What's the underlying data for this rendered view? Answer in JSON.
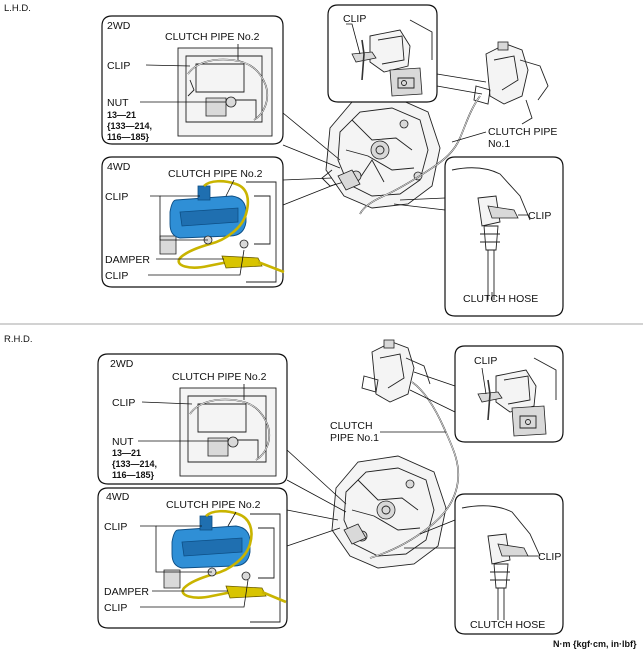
{
  "sections": {
    "lhd": {
      "title": "L.H.D.",
      "box_2wd": {
        "title": "2WD",
        "clutch_pipe_no2": "CLUTCH PIPE No.2",
        "clip": "CLIP",
        "nut": "NUT",
        "torque_line1": "13—21",
        "torque_line2": "{133—214,",
        "torque_line3": "116—185}"
      },
      "box_4wd": {
        "title": "4WD",
        "clutch_pipe_no2": "CLUTCH PIPE No.2",
        "clip_upper": "CLIP",
        "damper": "DAMPER",
        "clip_lower": "CLIP"
      },
      "detail_top": {
        "clip": "CLIP"
      },
      "detail_bottom": {
        "clip": "CLIP",
        "clutch_hose": "CLUTCH HOSE"
      },
      "clutch_pipe_no1_line1": "CLUTCH PIPE",
      "clutch_pipe_no1_line2": "No.1"
    },
    "rhd": {
      "title": "R.H.D.",
      "box_2wd": {
        "title": "2WD",
        "clutch_pipe_no2": "CLUTCH PIPE No.2",
        "clip": "CLIP",
        "nut": "NUT",
        "torque_line1": "13—21",
        "torque_line2": "{133—214,",
        "torque_line3": "116—185}"
      },
      "box_4wd": {
        "title": "4WD",
        "clutch_pipe_no2": "CLUTCH PIPE No.2",
        "clip_upper": "CLIP",
        "damper": "DAMPER",
        "clip_lower": "CLIP"
      },
      "detail_top": {
        "clip": "CLIP"
      },
      "detail_bottom": {
        "clip": "CLIP",
        "clutch_hose": "CLUTCH HOSE"
      },
      "clutch_pipe_no1_line1": "CLUTCH",
      "clutch_pipe_no1_line2": "PIPE No.1"
    }
  },
  "units_note": "N·m {kgf·cm, in·lbf}",
  "colors": {
    "slave_cylinder": "#2f8fd6",
    "clutch_pipe_highlight": "#c9b400",
    "damper": "#d8c400"
  }
}
